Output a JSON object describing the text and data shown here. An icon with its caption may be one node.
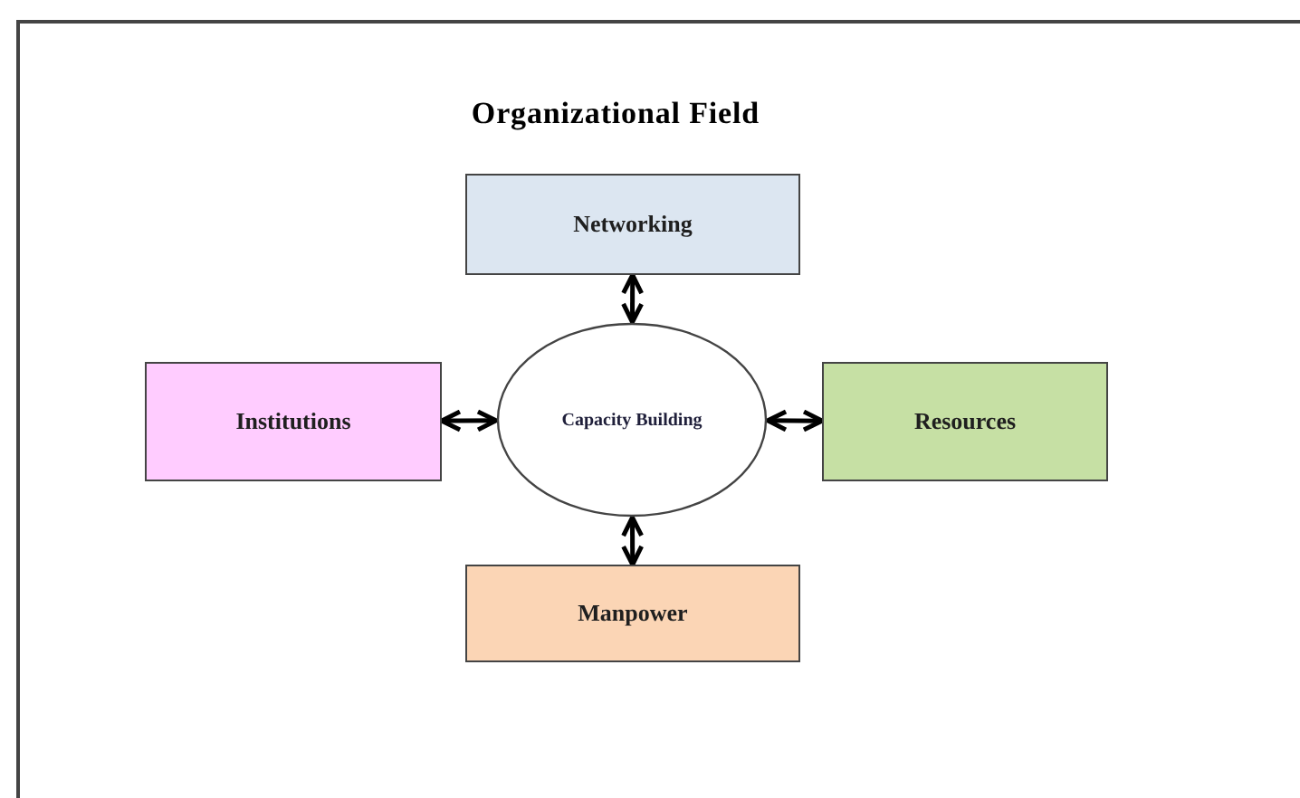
{
  "diagram": {
    "title": "Organizational Field",
    "nodes": [
      {
        "text": [
          "Networking"
        ]
      },
      {
        "text": [
          "Institutions"
        ]
      },
      {
        "text": [
          "Capacity Building"
        ]
      },
      {
        "text": [
          "Resources"
        ]
      },
      {
        "text": [
          "Manpower"
        ]
      }
    ],
    "edges": [
      {
        "from": 0,
        "to": 2,
        "arrow": "both"
      },
      {
        "from": 1,
        "to": 2,
        "arrow": "both"
      },
      {
        "from": 2,
        "to": 3,
        "arrow": "both"
      },
      {
        "from": 2,
        "to": 4,
        "arrow": "both"
      }
    ]
  }
}
